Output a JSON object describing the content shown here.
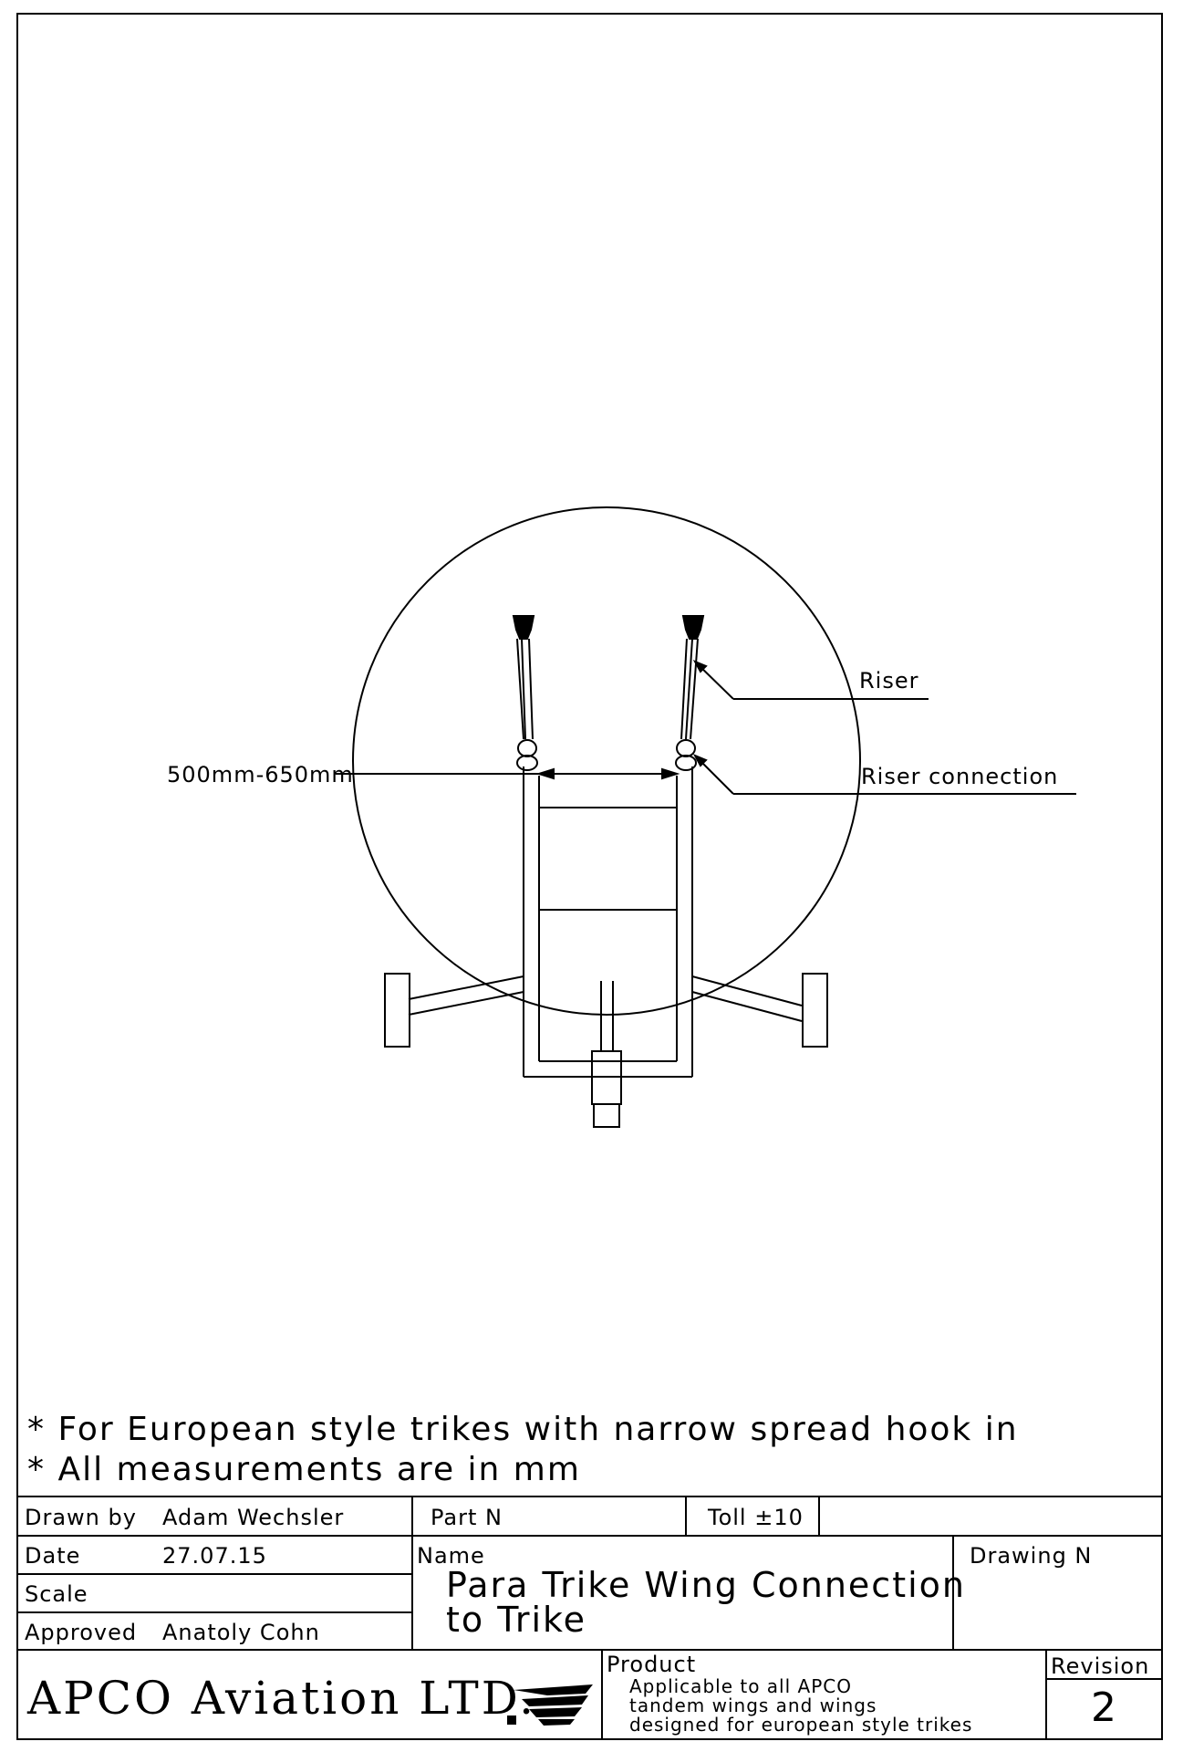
{
  "callouts": {
    "riser": "Riser",
    "riser_connection": "Riser connection",
    "dimension": "500mm-650mm"
  },
  "notes": [
    "* For European style trikes with narrow spread hook in",
    "* All measurements are in mm"
  ],
  "title_block": {
    "drawn_by_label": "Drawn by",
    "drawn_by_value": "Adam Wechsler",
    "part_label": "Part N",
    "toll": "Toll ±10",
    "date_label": "Date",
    "date_value": "27.07.15",
    "name_label": "Name",
    "name_value_line1": "Para Trike Wing Connection",
    "name_value_line2": "to Trike",
    "drawing_label": "Drawing N",
    "scale_label": "Scale",
    "approved_label": "Approved",
    "approved_value": "Anatoly Cohn",
    "company": "APCO Aviation LTD.",
    "product_label": "Product",
    "product_line1": "Applicable to all APCO",
    "product_line2": "tandem wings and wings",
    "product_line3": "designed for european style trikes",
    "revision_label": "Revision",
    "revision_value": "2"
  }
}
